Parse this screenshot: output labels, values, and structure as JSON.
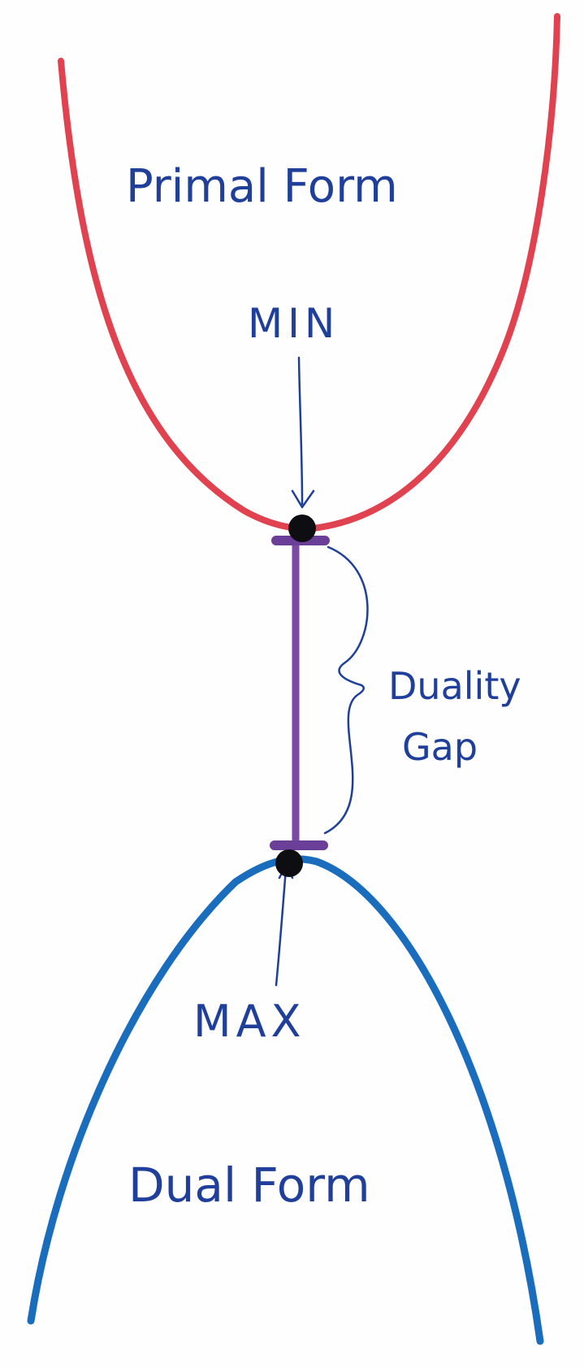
{
  "labels": {
    "primal": "Primal Form",
    "min": "MIN",
    "duality_line1": "Duality",
    "duality_line2": "Gap",
    "max": "MAX",
    "dual": "Dual Form"
  },
  "colors": {
    "primal_curve": "#e0434f",
    "dual_curve": "#1a6dbd",
    "gap_bar": "#7a4aa6",
    "ink": "#1f3f9a",
    "point": "#0d0d12"
  }
}
